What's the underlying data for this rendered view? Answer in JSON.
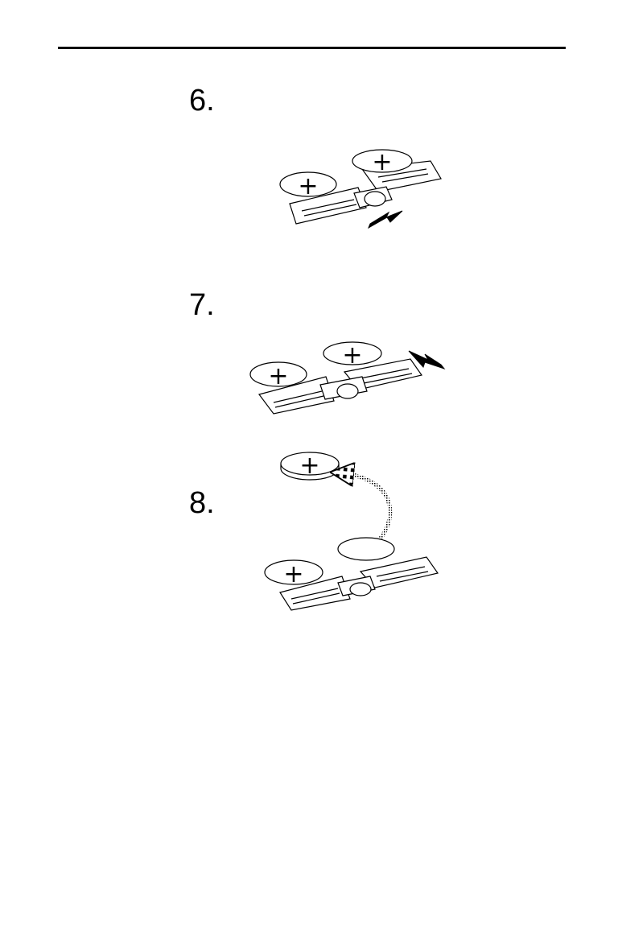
{
  "steps": [
    {
      "number": "6.",
      "figure": "battery-tray-slide-out-illustration"
    },
    {
      "number": "7.",
      "figure": "battery-tray-slide-right-illustration"
    },
    {
      "number": "8.",
      "figure": "battery-replace-illustration"
    }
  ],
  "battery_mark": "+",
  "colors": {
    "ink": "#000000",
    "paper": "#ffffff"
  }
}
